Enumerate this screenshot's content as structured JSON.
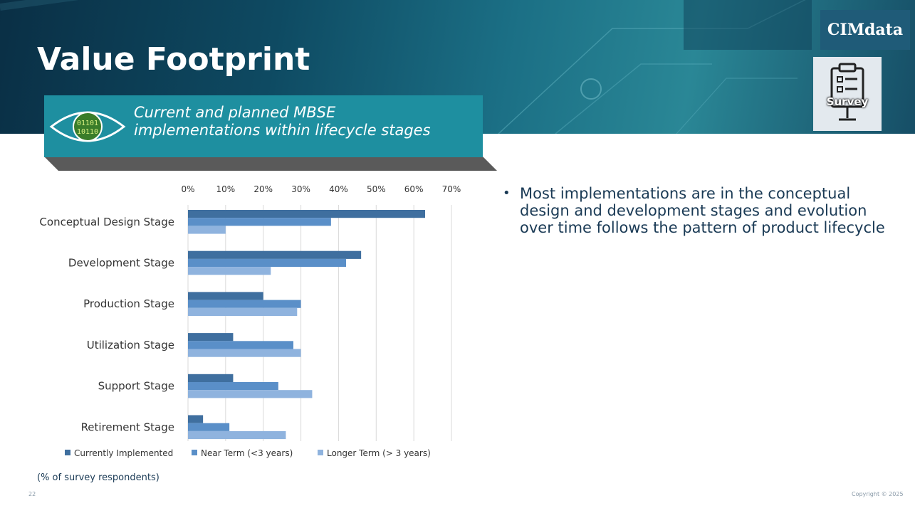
{
  "slide": {
    "title": "Value Footprint",
    "logo_text": "CIMdata",
    "survey_label": "Survey",
    "banner_line1": "Current and planned MBSE",
    "banner_line2": "implementations within lifecycle stages",
    "footnote": "(% of survey respondents)",
    "bullet": "Most implementations are in the conceptual design and development stages and evolution over time follows the pattern of product lifecycle",
    "page_number": "22",
    "copyright": "Copyright © 2025",
    "icons": {
      "eye": "eye-binary-icon",
      "survey": "survey-clipboard-icon"
    }
  },
  "colors": {
    "header_dark": "#0a2f45",
    "banner": "#1e8fa0",
    "logo_bg": "#1f5b78",
    "text_dark": "#1a3a55"
  },
  "chart_data": {
    "type": "bar",
    "orientation": "horizontal",
    "categories": [
      "Conceptual Design Stage",
      "Development Stage",
      "Production Stage",
      "Utilization Stage",
      "Support Stage",
      "Retirement Stage"
    ],
    "series": [
      {
        "name": "Currently Implemented",
        "color": "#3f6f9f",
        "values": [
          63,
          46,
          20,
          12,
          12,
          4
        ]
      },
      {
        "name": "Near Term (<3 years)",
        "color": "#5a8fc8",
        "values": [
          38,
          42,
          30,
          28,
          24,
          11
        ]
      },
      {
        "name": "Longer Term (> 3 years)",
        "color": "#8fb3de",
        "values": [
          10,
          22,
          29,
          30,
          33,
          26
        ]
      }
    ],
    "xlim": [
      0,
      70
    ],
    "x_ticks": [
      "0%",
      "10%",
      "20%",
      "30%",
      "40%",
      "50%",
      "60%",
      "70%"
    ],
    "x_axis_position": "top",
    "grid": true,
    "legend_position": "bottom"
  }
}
